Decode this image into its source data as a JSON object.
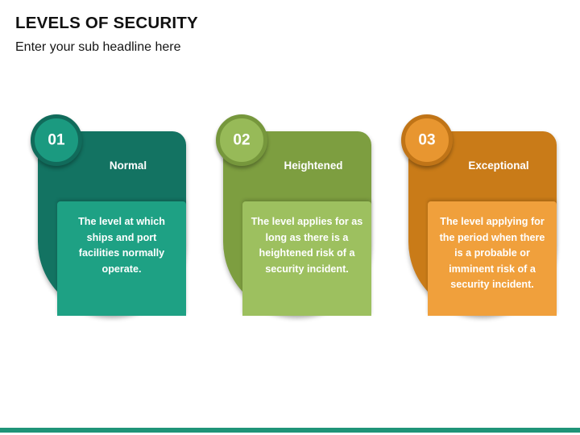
{
  "slide": {
    "title": "LEVELS OF SECURITY",
    "subtitle": "Enter your sub headline here",
    "background_color": "#ffffff",
    "title_color": "#111111",
    "accent_bar_color": "#1f9478"
  },
  "cards": [
    {
      "number": "01",
      "label": "Normal",
      "description": "The level at which ships and port facilities normally operate.",
      "header_color": "#137362",
      "body_color": "#1ea184",
      "circle_fill_color": "#1b9a80",
      "circle_ring_color": "#116b5b",
      "text_color": "#ffffff"
    },
    {
      "number": "02",
      "label": "Heightened",
      "description": "The level applies for as long as there is a heightened risk of a security incident.",
      "header_color": "#7d9e40",
      "body_color": "#9dc05f",
      "circle_fill_color": "#97ba58",
      "circle_ring_color": "#76973c",
      "text_color": "#ffffff"
    },
    {
      "number": "03",
      "label": "Exceptional",
      "description": "The level applying for the period when there is a probable or imminent risk of a security incident.",
      "header_color": "#c97b18",
      "body_color": "#f0a03c",
      "circle_fill_color": "#e89630",
      "circle_ring_color": "#c07417",
      "text_color": "#ffffff"
    }
  ]
}
